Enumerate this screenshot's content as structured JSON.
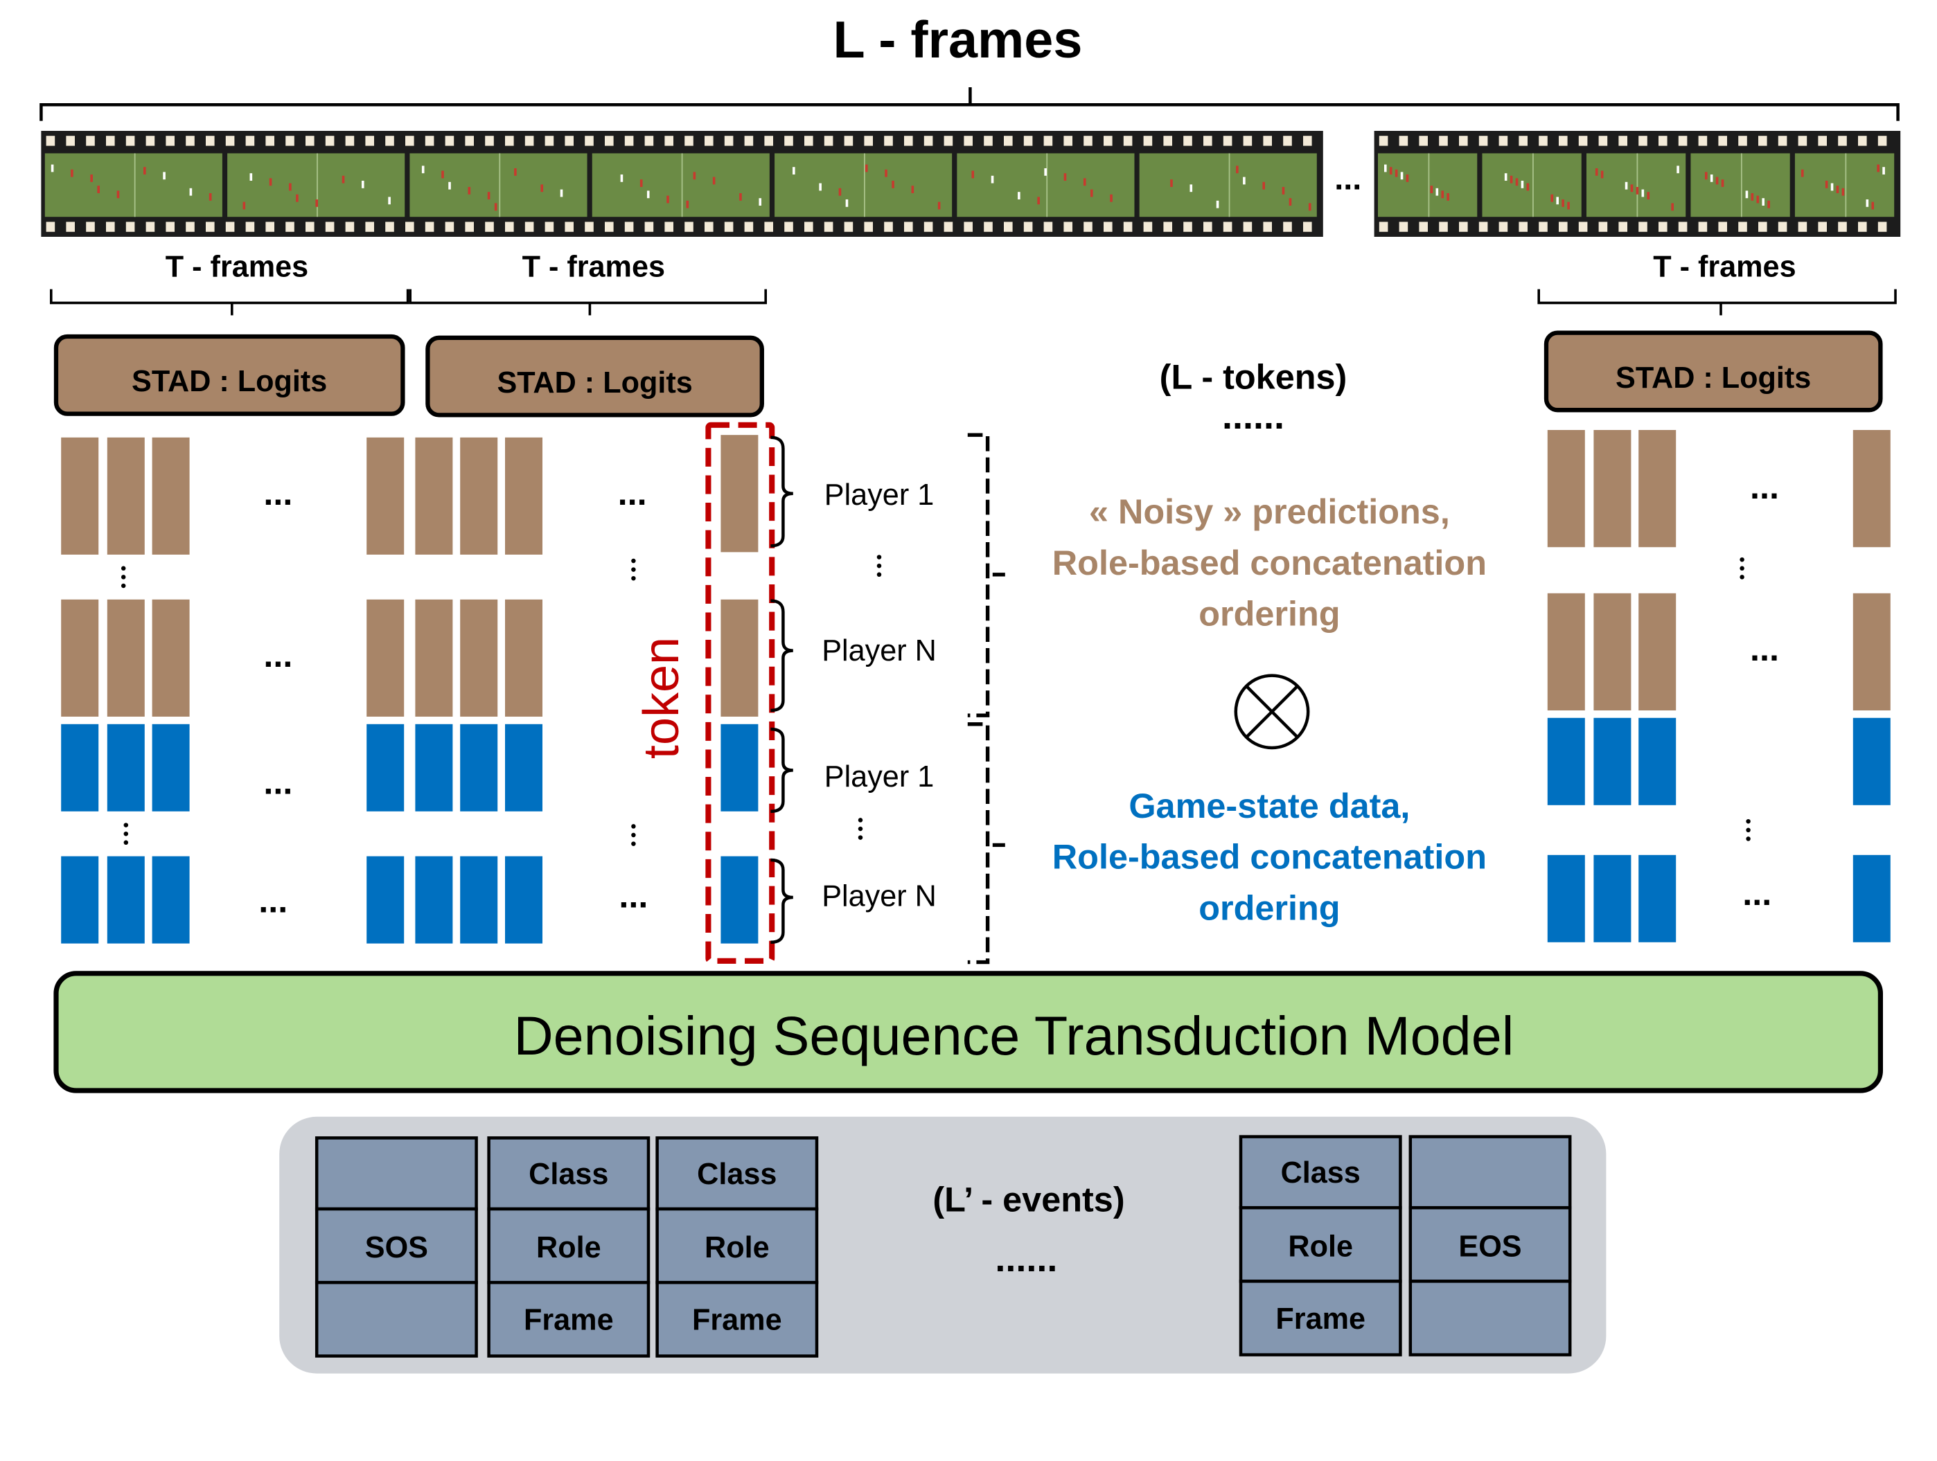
{
  "title": "L - frames",
  "segments": [
    "T - frames",
    "T - frames",
    "T - frames"
  ],
  "film_ellipsis": "...",
  "stad_label": "STAD : Logits",
  "tokens_label": "(L - tokens)",
  "dots6": "......",
  "ellipsis": "...",
  "token_label": "token",
  "players": [
    "Player 1",
    "Player N",
    "Player 1",
    "Player N"
  ],
  "noisy_lines": [
    "« Noisy » predictions,",
    "Role-based concatenation",
    "ordering"
  ],
  "game_lines": [
    "Game-state data,",
    "Role-based concatenation",
    "ordering"
  ],
  "model_label": "Denoising Sequence Transduction Model",
  "events_label": "(L’ - events)",
  "sos": "SOS",
  "eos": "EOS",
  "cell_class": "Class",
  "cell_role": "Role",
  "cell_frame": "Frame",
  "colors": {
    "brown": "#a88568",
    "blue": "#0070c0",
    "red": "#c00000",
    "green": "#b0dc96",
    "slate": "#8497b0",
    "panel": "#cfd2d7",
    "film": "#1c1c1c",
    "field": "#6b8b45"
  }
}
